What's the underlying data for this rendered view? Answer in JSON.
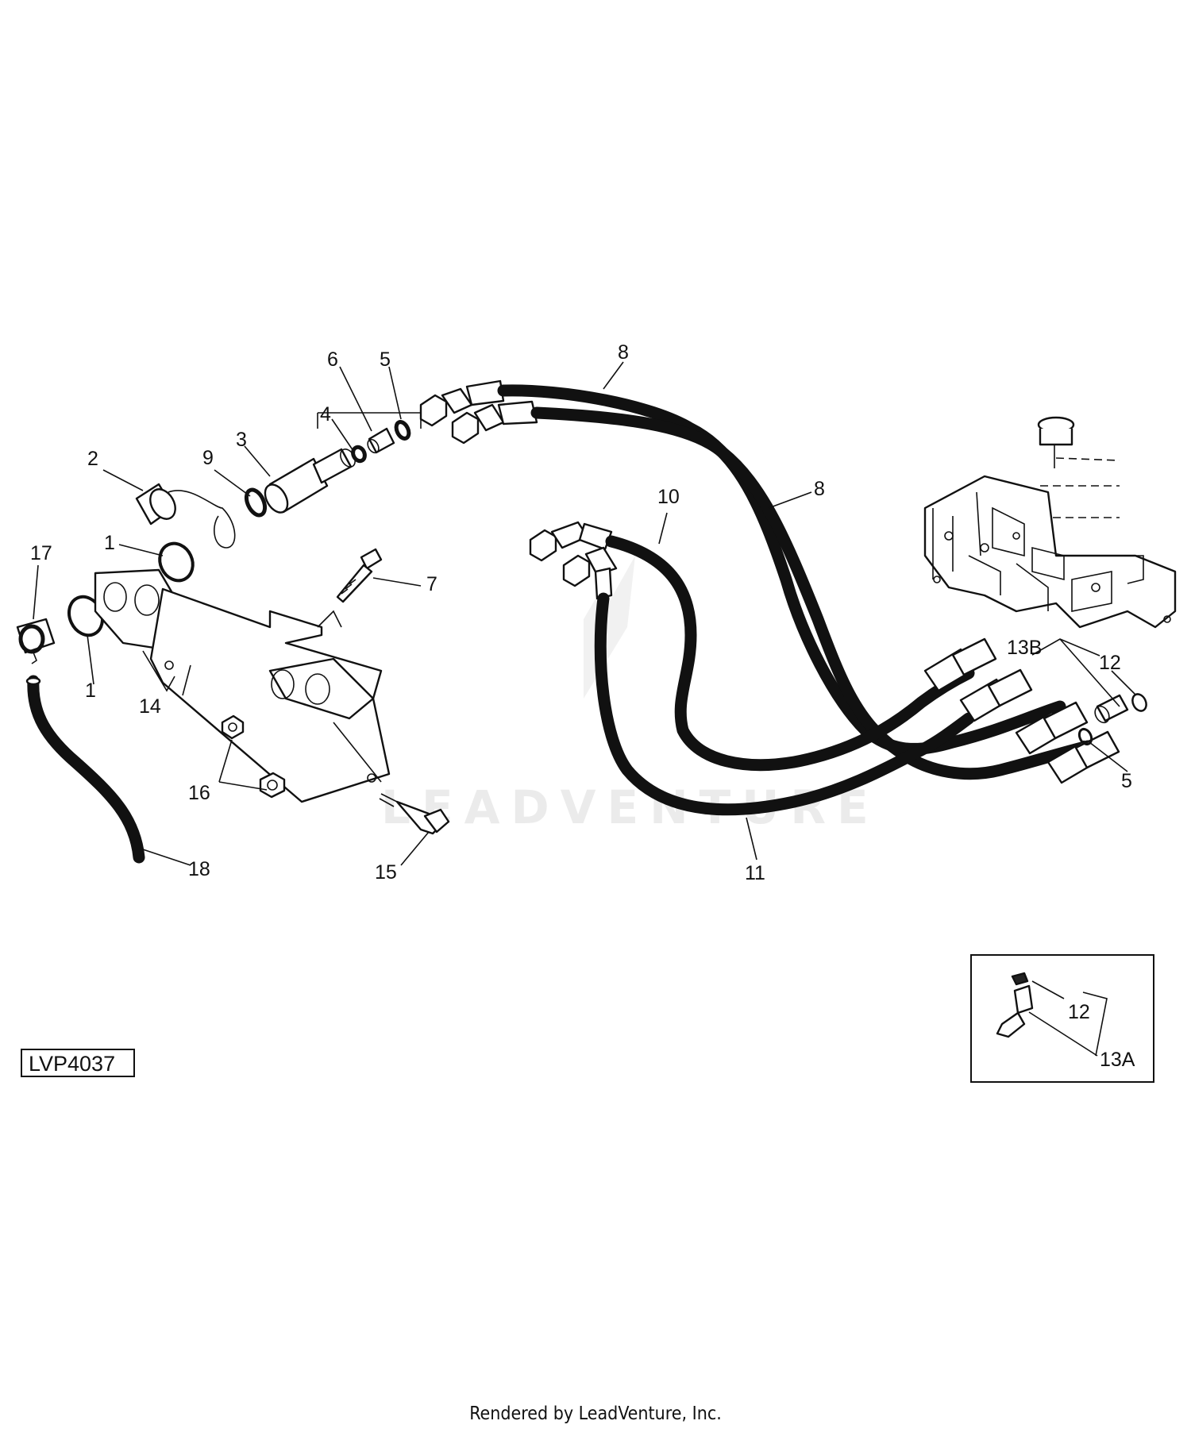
{
  "figure_id": "LVP4037",
  "footer": "Rendered by LeadVenture, Inc.",
  "watermark": "LEADVENTURE",
  "callouts": {
    "c17": "17",
    "c1a": "1",
    "c1b": "1",
    "c2": "2",
    "c9": "9",
    "c3": "3",
    "c4": "4",
    "c6": "6",
    "c5a": "5",
    "c8a": "8",
    "c8b": "8",
    "c10": "10",
    "c7": "7",
    "c14": "14",
    "c16": "16",
    "c15": "15",
    "c18": "18",
    "c11": "11",
    "c13b": "13B",
    "c12a": "12",
    "c5b": "5"
  },
  "inset": {
    "c12": "12",
    "c13a": "13A"
  }
}
